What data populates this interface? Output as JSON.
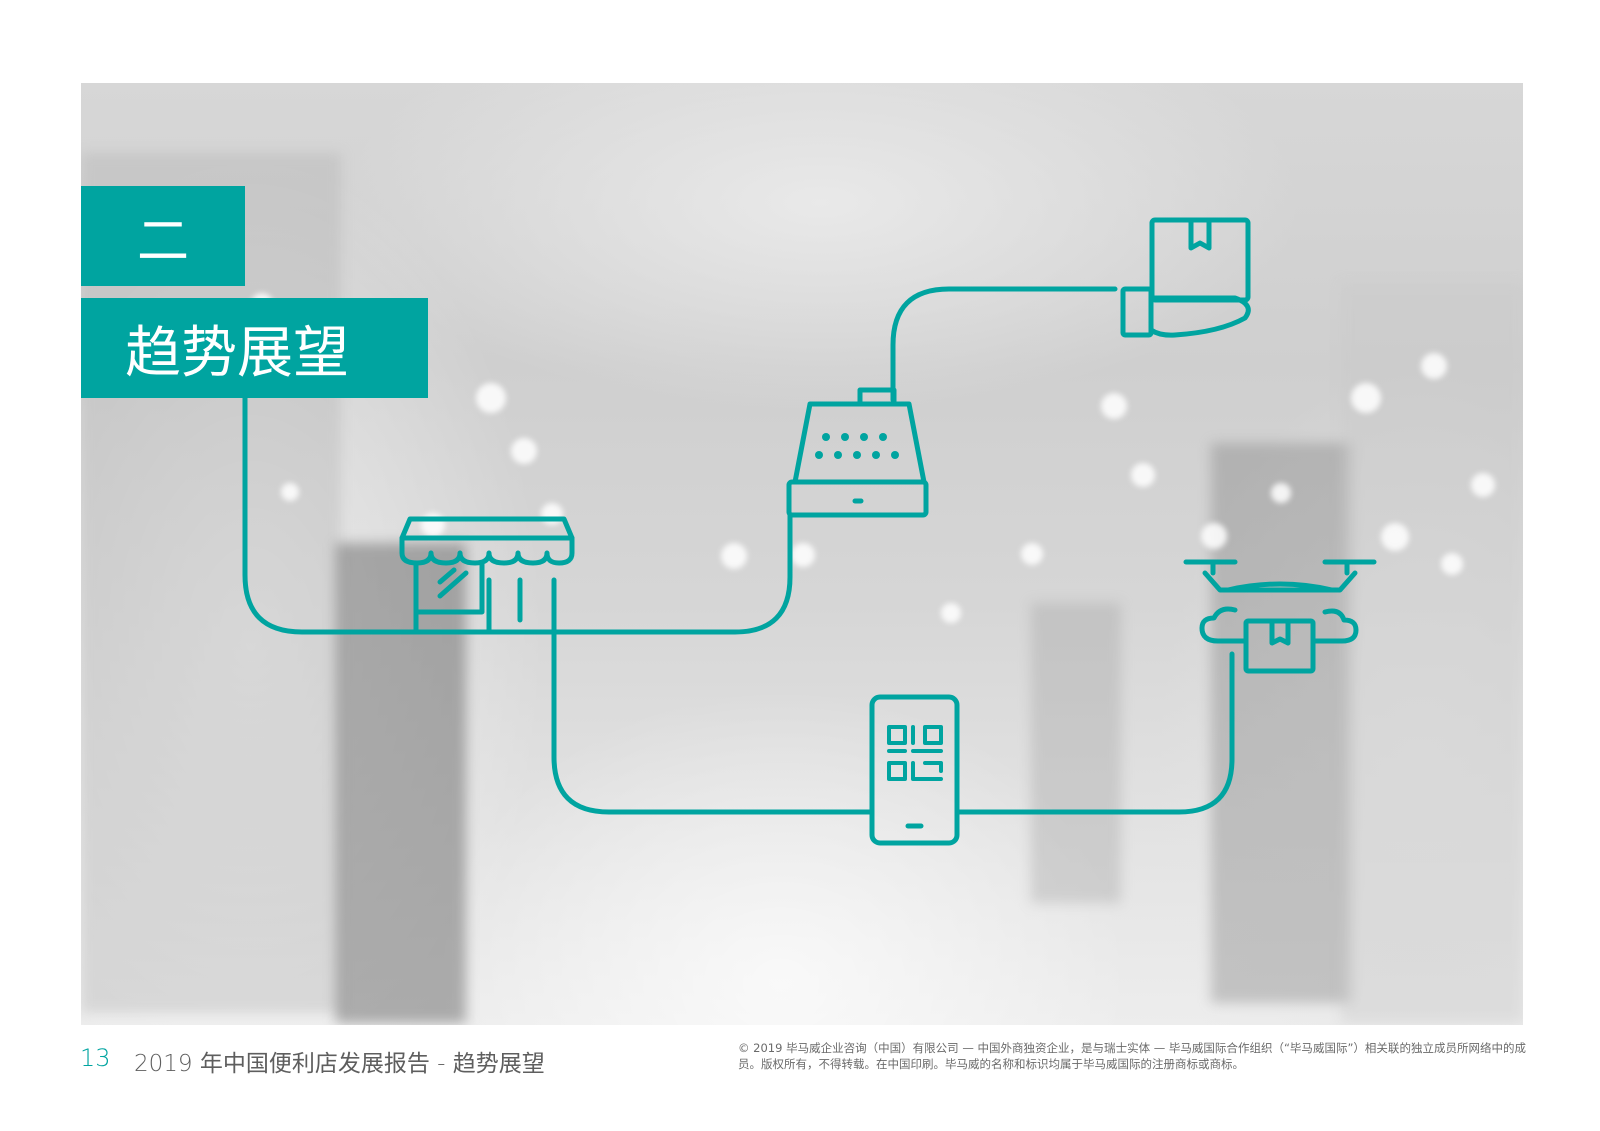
{
  "section": {
    "number": "二",
    "title": "趋势展望"
  },
  "diagram": {
    "accent_color": "#00a4a0",
    "icons": [
      "delivery-box-hand-icon",
      "cash-register-icon",
      "convenience-store-icon",
      "delivery-drone-icon",
      "mobile-qr-payment-icon"
    ]
  },
  "footer": {
    "page_number": "13",
    "title": "2019 年中国便利店发展报告 - 趋势展望",
    "copyright": "© 2019 毕马威企业咨询（中国）有限公司 — 中国外商独资企业，是与瑞士实体 — 毕马威国际合作组织（“毕马威国际”）相关联的独立成员所网络中的成员。版权所有，不得转载。在中国印刷。毕马威的名称和标识均属于毕马威国际的注册商标或商标。"
  }
}
